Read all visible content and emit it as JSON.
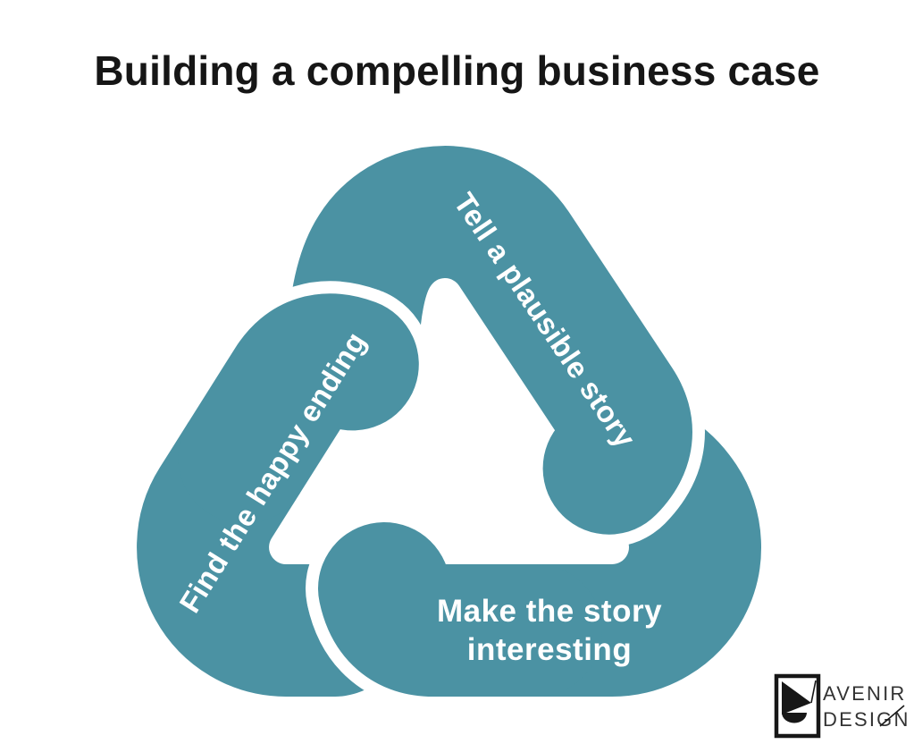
{
  "title": "Building a compelling business case",
  "diagram": {
    "teal": "#4B92A3",
    "segments": [
      {
        "id": "right",
        "label": "Tell a plausible story"
      },
      {
        "id": "left",
        "label": "Find the happy ending"
      },
      {
        "id": "bottom",
        "label": "Make the story interesting",
        "line1": "Make the story",
        "line2": "interesting"
      }
    ]
  },
  "logo": {
    "line1": "AVENIR",
    "line2": "DESIGN"
  }
}
